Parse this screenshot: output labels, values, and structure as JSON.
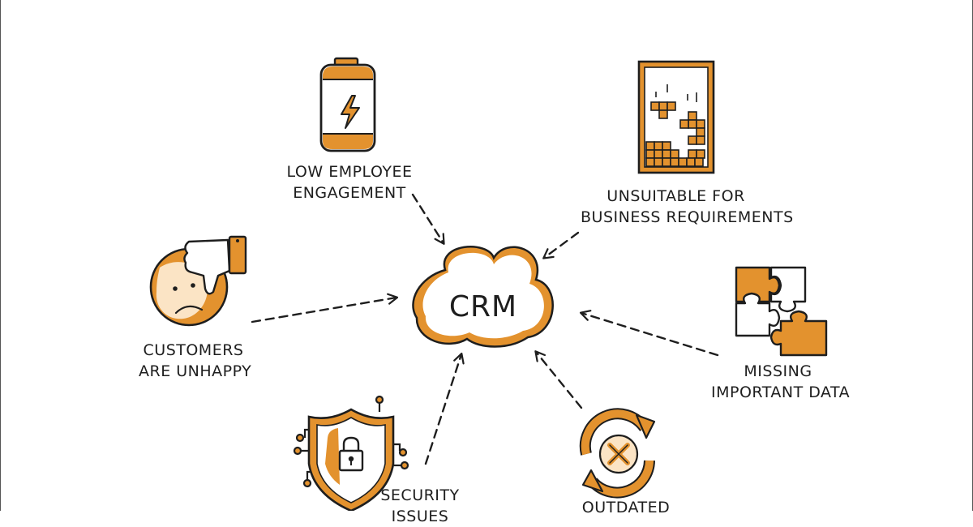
{
  "center": {
    "label": "CRM"
  },
  "nodes": {
    "low_engagement": {
      "line1": "Low Employee",
      "line2": "Engagement",
      "icon": "battery-icon"
    },
    "unsuitable": {
      "line1": "Unsuitable for",
      "line2": "Business Requirements",
      "icon": "tetris-icon"
    },
    "customers": {
      "line1": "Customers",
      "line2": "are unhappy",
      "icon": "sad-thumbs-down-icon"
    },
    "missing_data": {
      "line1": "Missing",
      "line2": "Important Data",
      "icon": "puzzle-icon"
    },
    "security": {
      "line1": "Security",
      "line2": "Issues",
      "icon": "shield-lock-icon"
    },
    "outdated": {
      "line1": "Outdated",
      "line2": "",
      "icon": "outdated-sync-icon"
    }
  },
  "colors": {
    "accent": "#E3922E",
    "ink": "#1e1e1e",
    "fill_light": "#FBE4C5"
  }
}
